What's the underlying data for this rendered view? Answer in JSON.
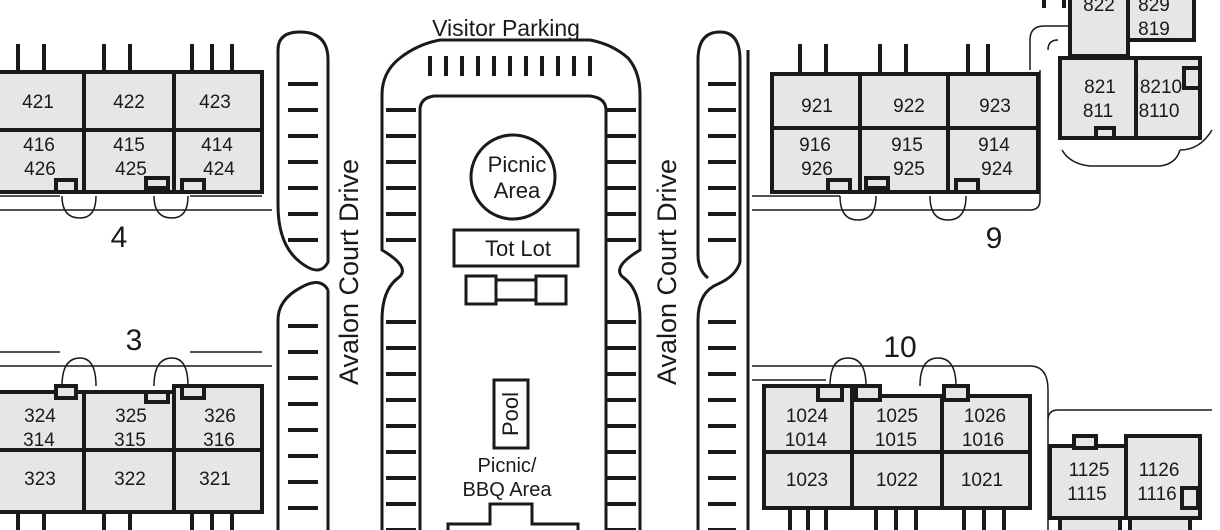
{
  "title": "Visitor Parking",
  "streets": {
    "west": "Avalon Court Drive",
    "east": "Avalon Court Drive"
  },
  "amenities": {
    "picnic_area": [
      "Picnic",
      "Area"
    ],
    "tot_lot": "Tot Lot",
    "pool": "Pool",
    "picnic_bbq": [
      "Picnic/",
      "BBQ Area"
    ]
  },
  "buildings": {
    "b4": {
      "label": "4",
      "units": [
        "421",
        "422",
        "423",
        "416",
        "426",
        "415",
        "425",
        "414",
        "424"
      ]
    },
    "b3": {
      "label": "3",
      "units": [
        "324",
        "314",
        "325",
        "315",
        "326",
        "316",
        "323",
        "322",
        "321"
      ]
    },
    "b9": {
      "label": "9",
      "units": [
        "921",
        "922",
        "923",
        "916",
        "926",
        "915",
        "925",
        "914",
        "924"
      ]
    },
    "b10": {
      "label": "10",
      "units": [
        "1024",
        "1014",
        "1025",
        "1015",
        "1026",
        "1016",
        "1023",
        "1022",
        "1021"
      ]
    },
    "b8": {
      "units": [
        "822",
        "829",
        "819",
        "821",
        "811",
        "8210",
        "8110"
      ]
    },
    "b11": {
      "units": [
        "1125",
        "1115",
        "1126",
        "1116"
      ]
    }
  },
  "colors": {
    "ink": "#1a1a1a",
    "unit_fill": "#e6e6e6",
    "background": "#ffffff"
  }
}
